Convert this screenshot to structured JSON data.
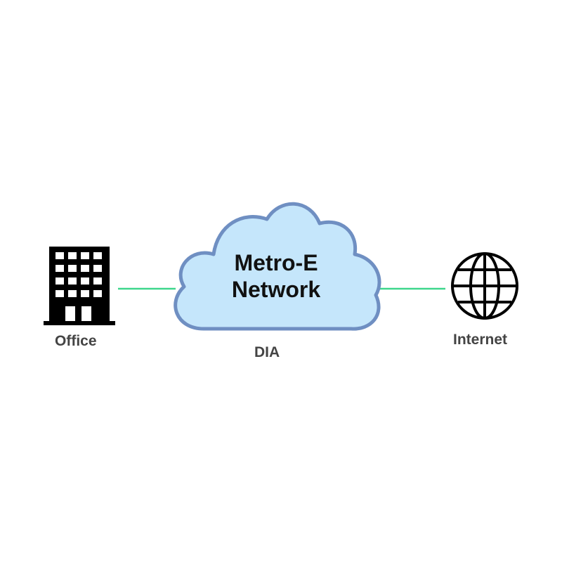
{
  "nodes": {
    "office": {
      "label": "Office",
      "icon": "office-building-icon"
    },
    "cloud": {
      "line1": "Metro-E",
      "line2": "Network",
      "icon": "cloud-icon"
    },
    "internet": {
      "label": "Internet",
      "icon": "globe-icon"
    }
  },
  "link_label": "DIA",
  "colors": {
    "link": "#3dd68c",
    "cloud_fill": "#c5e6fb",
    "cloud_stroke": "#6f8fc2",
    "icon": "#000000",
    "label_text": "#444444"
  }
}
